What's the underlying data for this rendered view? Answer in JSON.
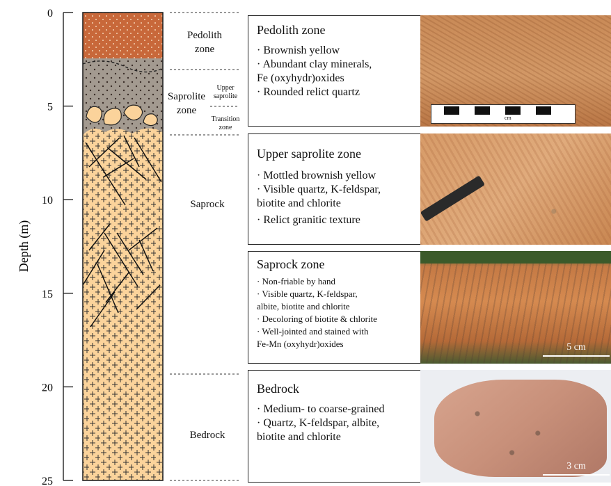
{
  "axis": {
    "label": "Depth (m)",
    "ticks": [
      {
        "value": 0,
        "label": "0"
      },
      {
        "value": 5,
        "label": "5"
      },
      {
        "value": 10,
        "label": "10"
      },
      {
        "value": 15,
        "label": "15"
      },
      {
        "value": 20,
        "label": "20"
      },
      {
        "value": 25,
        "label": "25"
      }
    ]
  },
  "column_labels": {
    "pedolith": "Pedolith\nzone",
    "saprolite": "Saprolite\nzone",
    "upper_saprolite": "Upper\nsaprolite",
    "transition": "Transition\nzone",
    "saprock": "Saprock",
    "bedrock": "Bedrock"
  },
  "zone_boundaries_m": {
    "pedolith_base": 2.9,
    "saprolite_base": 6.5,
    "saprock_base": 19.2,
    "profile_base": 25
  },
  "panels": [
    {
      "title": "Pedolith zone",
      "items": [
        "· Brownish yellow",
        "· Abundant clay minerals,",
        "Fe (oxyhydr)oxides",
        "· Rounded relict quartz"
      ]
    },
    {
      "title": "Upper saprolite zone",
      "items": [
        "· Mottled brownish yellow",
        "· Visible quartz, K-feldspar,",
        "biotite and chlorite",
        "· Relict granitic texture"
      ]
    },
    {
      "title": "Saprock zone",
      "items": [
        "· Non-friable by hand",
        "· Visible quartz, K-feldspar,",
        "albite, biotite and chlorite",
        "· Decoloring of biotite & chlorite",
        "· Well-jointed and stained with",
        "Fe-Mn (oxyhydr)oxides"
      ]
    },
    {
      "title": "Bedrock",
      "items": [
        "· Medium- to coarse-grained",
        "· Quartz, K-feldspar, albite,",
        "biotite and chlorite"
      ]
    }
  ],
  "scale_bars": {
    "saprock_photo": "5 cm",
    "bedrock_photo": "3 cm",
    "ruler_mark": "cm"
  },
  "colors": {
    "pedolith": "#c8683a",
    "saprolite": "#a39a90",
    "saprock_bedrock": "#fbd39b",
    "outline": "#222222"
  }
}
